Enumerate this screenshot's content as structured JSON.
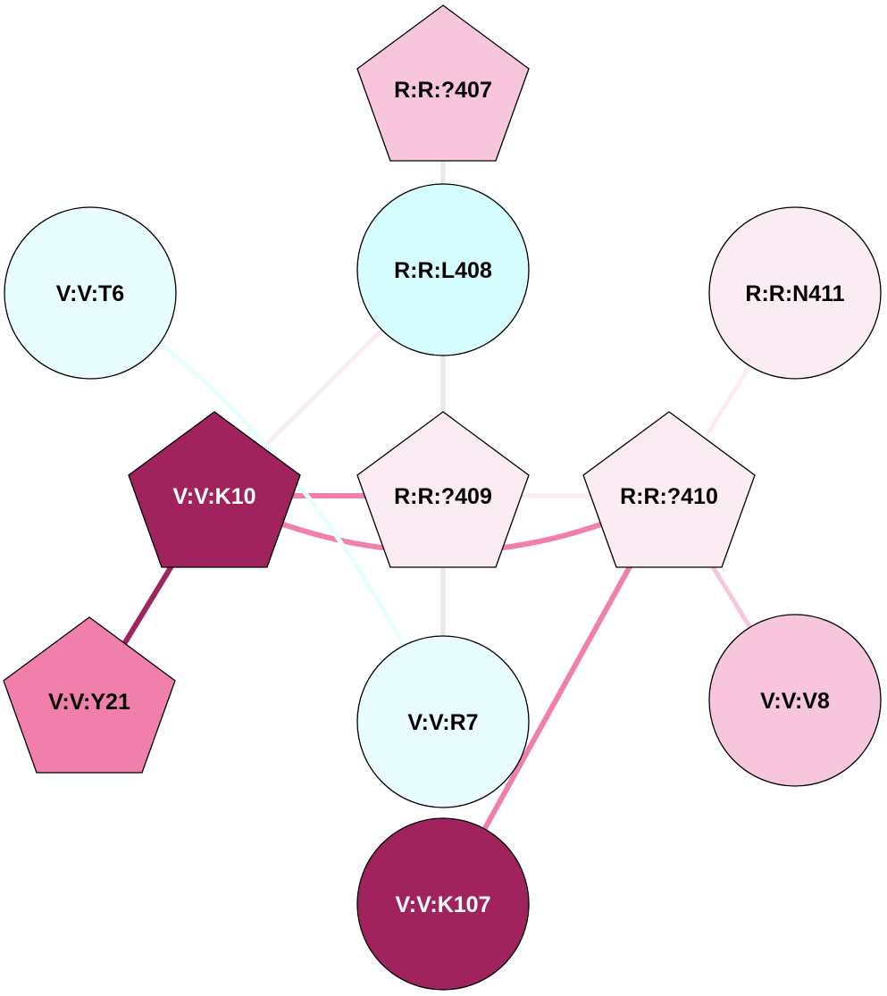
{
  "graph": {
    "type": "residue-interaction-network",
    "nodes": [
      {
        "id": "R:R:?407",
        "label": "R:R:?407",
        "shape": "pentagon",
        "fill": "#f8c6dc",
        "text_color": "#000000"
      },
      {
        "id": "R:R:L408",
        "label": "R:R:L408",
        "shape": "circle",
        "fill": "#d5fdfd",
        "text_color": "#000000"
      },
      {
        "id": "V:V:T6",
        "label": "V:V:T6",
        "shape": "circle",
        "fill": "#e8fdfd",
        "text_color": "#000000"
      },
      {
        "id": "R:R:N411",
        "label": "R:R:N411",
        "shape": "circle",
        "fill": "#fbebf3",
        "text_color": "#000000"
      },
      {
        "id": "V:V:K10",
        "label": "V:V:K10",
        "shape": "pentagon",
        "fill": "#a1235e",
        "text_color": "#ffffff"
      },
      {
        "id": "R:R:?409",
        "label": "R:R:?409",
        "shape": "pentagon",
        "fill": "#fbebf3",
        "text_color": "#000000"
      },
      {
        "id": "R:R:?410",
        "label": "R:R:?410",
        "shape": "pentagon",
        "fill": "#fbebf3",
        "text_color": "#000000"
      },
      {
        "id": "V:V:Y21",
        "label": "V:V:Y21",
        "shape": "pentagon",
        "fill": "#f07fac",
        "text_color": "#000000"
      },
      {
        "id": "V:V:R7",
        "label": "V:V:R7",
        "shape": "circle",
        "fill": "#e8fdfd",
        "text_color": "#000000"
      },
      {
        "id": "V:V:V8",
        "label": "V:V:V8",
        "shape": "circle",
        "fill": "#f8c6dc",
        "text_color": "#000000"
      },
      {
        "id": "V:V:K107",
        "label": "V:V:K107",
        "shape": "circle",
        "fill": "#a1235e",
        "text_color": "#ffffff"
      }
    ],
    "edges": [
      {
        "source": "R:R:?407",
        "target": "R:R:L408",
        "color": "#e6e6e6",
        "weight": "medium",
        "curved": false
      },
      {
        "source": "R:R:L408",
        "target": "R:R:?409",
        "color": "#e6e6e6",
        "weight": "medium",
        "curved": false
      },
      {
        "source": "R:R:L408",
        "target": "V:V:K10",
        "color": "#fbebf3",
        "weight": "medium",
        "curved": false
      },
      {
        "source": "R:R:?409",
        "target": "V:V:R7",
        "color": "#e6e6e6",
        "weight": "medium",
        "curved": false
      },
      {
        "source": "V:V:K10",
        "target": "R:R:?409",
        "color": "#f07fac",
        "weight": "heavy",
        "curved": false
      },
      {
        "source": "R:R:?409",
        "target": "R:R:?410",
        "color": "#fbebf3",
        "weight": "medium",
        "curved": false
      },
      {
        "source": "V:V:K10",
        "target": "R:R:?410",
        "color": "#f07fac",
        "weight": "heavy",
        "curved": true
      },
      {
        "source": "V:V:K10",
        "target": "V:V:Y21",
        "color": "#a1235e",
        "weight": "heavy",
        "curved": false
      },
      {
        "source": "V:V:T6",
        "target": "V:V:R7",
        "color": "#e8fdfd",
        "weight": "medium",
        "curved": true
      },
      {
        "source": "R:R:?410",
        "target": "R:R:N411",
        "color": "#fbebf3",
        "weight": "medium",
        "curved": false
      },
      {
        "source": "R:R:?410",
        "target": "V:V:V8",
        "color": "#f8c6dc",
        "weight": "medium",
        "curved": false
      },
      {
        "source": "R:R:?410",
        "target": "V:V:K107",
        "color": "#f07fac",
        "weight": "heavy",
        "curved": false
      }
    ]
  }
}
